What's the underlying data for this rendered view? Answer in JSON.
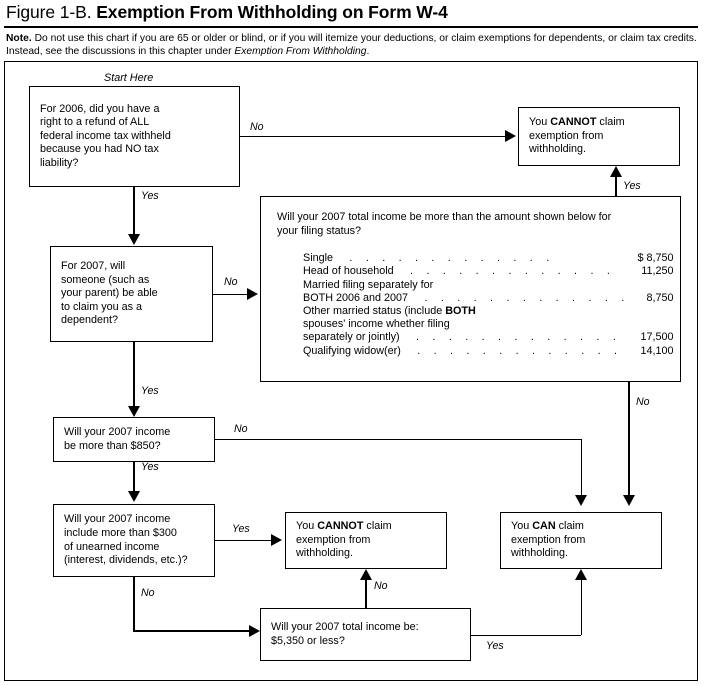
{
  "figure": {
    "number": "Figure 1-B.",
    "title": "Exemption From Withholding on Form W-4",
    "note_label": "Note.",
    "note_text_1": " Do not use this chart if you are 65 or older or blind, or if you will itemize your deductions, or claim exemptions for dependents, or claim tax credits. Instead, see the discussions in this chapter under ",
    "note_italic": "Exemption From Withholding",
    "note_text_2": "."
  },
  "chart_data": {
    "type": "diagram",
    "title": "Exemption From Withholding on Form W-4",
    "start_label": "Start Here",
    "nodes": [
      {
        "id": "q1",
        "label": "For 2006, did you have a right to a refund of ALL federal income tax withheld because you had NO tax liability?"
      },
      {
        "id": "q2",
        "label": "For 2007, will someone (such as your parent) be able to claim you as a dependent?"
      },
      {
        "id": "q3",
        "label": "Will your 2007 income be more than $850?"
      },
      {
        "id": "q4",
        "label": "Will your 2007 income include more than $300 of unearned income (interest, dividends, etc.)?"
      },
      {
        "id": "q5",
        "label": "Will your 2007 total income be: $5,350 or less?"
      },
      {
        "id": "qtable",
        "label": "Will your 2007 total income be more than the amount shown below for your filing status?"
      },
      {
        "id": "cannot_top",
        "label": "You CANNOT claim exemption from withholding."
      },
      {
        "id": "cannot_mid",
        "label": "You CANNOT claim exemption from withholding."
      },
      {
        "id": "can",
        "label": "You CAN claim exemption from withholding."
      }
    ],
    "edges": [
      {
        "from": "q1",
        "to": "cannot_top",
        "label": "No"
      },
      {
        "from": "q1",
        "to": "q2",
        "label": "Yes"
      },
      {
        "from": "q2",
        "to": "qtable",
        "label": "No"
      },
      {
        "from": "q2",
        "to": "q3",
        "label": "Yes"
      },
      {
        "from": "qtable",
        "to": "cannot_top",
        "label": "Yes"
      },
      {
        "from": "qtable",
        "to": "can",
        "label": "No"
      },
      {
        "from": "q3",
        "to": "can",
        "label": "No"
      },
      {
        "from": "q3",
        "to": "q4",
        "label": "Yes"
      },
      {
        "from": "q4",
        "to": "cannot_mid",
        "label": "Yes"
      },
      {
        "from": "q4",
        "to": "q5",
        "label": "No"
      },
      {
        "from": "q5",
        "to": "cannot_mid",
        "label": "No"
      },
      {
        "from": "q5",
        "to": "can",
        "label": "Yes"
      }
    ]
  },
  "boxes": {
    "q1": {
      "l1": "For 2006, did you have a",
      "l2": "right to a refund of ALL",
      "l3": "federal income tax withheld",
      "l4": "because you had NO tax",
      "l5": "liability?"
    },
    "q2": {
      "l1": "For 2007, will",
      "l2": "someone (such as",
      "l3": "your parent) be able",
      "l4": "to claim you as a",
      "l5": "dependent?"
    },
    "q3": {
      "l1": "Will your 2007 income",
      "l2": "be more than $850?"
    },
    "q4": {
      "l1": "Will your 2007 income",
      "l2": "include more than $300",
      "l3": "of unearned income",
      "l4": "(interest, dividends, etc.)?"
    },
    "q5": {
      "l1": "Will your 2007 total income be:",
      "l2": "$5,350 or less?"
    },
    "cannot_top": {
      "pre": "You ",
      "strong": "CANNOT",
      "post": " claim",
      "l2": "exemption from",
      "l3": "withholding."
    },
    "cannot_mid": {
      "pre": "You ",
      "strong": "CANNOT",
      "post": " claim",
      "l2": "exemption from",
      "l3": "withholding."
    },
    "can": {
      "pre": "You ",
      "strong": "CAN",
      "post": " claim",
      "l2": "exemption from",
      "l3": "withholding."
    }
  },
  "income_table": {
    "question_l1": "Will your 2007 total income be more than the amount shown below for",
    "question_l2": "your filing status?",
    "dots": ". . . . . . . . . . . . .",
    "rows": [
      {
        "label": "Single",
        "amount": "$ 8,750",
        "dotted": true,
        "indent": false
      },
      {
        "label": "Head of household",
        "amount": "11,250",
        "dotted": true,
        "indent": false
      },
      {
        "label": "Married filing separately for",
        "amount": "",
        "dotted": false,
        "indent": false
      },
      {
        "label": "BOTH 2006 and 2007",
        "amount": "8,750",
        "dotted": true,
        "indent": true
      },
      {
        "label": "Other married status (include BOTH",
        "amount": "",
        "dotted": false,
        "indent": false,
        "bold_tail": "BOTH"
      },
      {
        "label": "spouses' income whether filing",
        "amount": "",
        "dotted": false,
        "indent": true
      },
      {
        "label": "separately or jointly)",
        "amount": "17,500",
        "dotted": true,
        "indent": true
      },
      {
        "label": "Qualifying widow(er)",
        "amount": "14,100",
        "dotted": true,
        "indent": false
      }
    ]
  },
  "labels": {
    "yes": "Yes",
    "no": "No",
    "q1_no": "No",
    "q1_yes": "Yes",
    "q2_no": "No",
    "q2_yes": "Yes",
    "qtable_yes": "Yes",
    "qtable_no": "No",
    "q3_no": "No",
    "q3_yes": "Yes",
    "q4_yes": "Yes",
    "q4_no": "No",
    "q5_no": "No",
    "q5_yes": "Yes"
  },
  "colors": {
    "line": "#000000",
    "background": "#ffffff"
  }
}
